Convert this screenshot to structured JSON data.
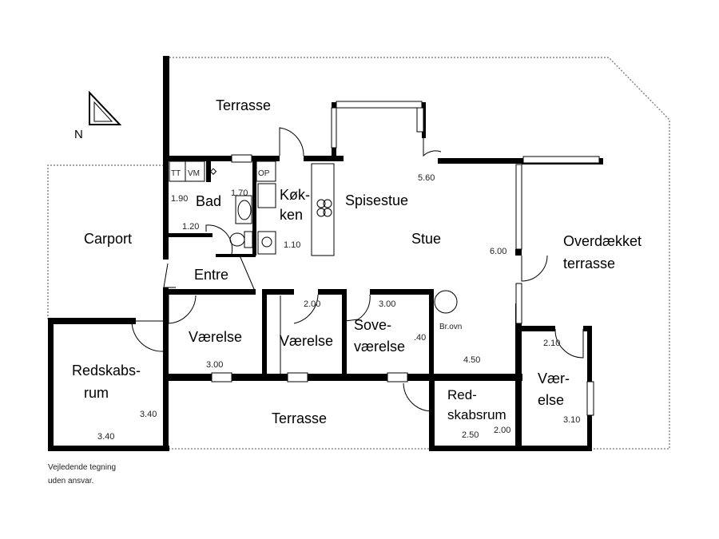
{
  "plan": {
    "compass_label": "N",
    "rooms": {
      "terrasse_top": "Terrasse",
      "carport": "Carport",
      "bad": "Bad",
      "kokken_1": "Køk-",
      "kokken_2": "ken",
      "spisestue": "Spisestue",
      "stue": "Stue",
      "overdaekket_1": "Overdækket",
      "overdaekket_2": "terrasse",
      "entre": "Entre",
      "vaerelse_1": "Værelse",
      "vaerelse_2": "Værelse",
      "sove_1": "Sove-",
      "sove_2": "værelse",
      "redskabsrum_1": "Redskabs-",
      "redskabsrum_2": "rum",
      "terrasse_bottom": "Terrasse",
      "red_small_1": "Red-",
      "red_small_2": "skabsrum",
      "vaer_right_1": "Vær-",
      "vaer_right_2": "else"
    },
    "fixtures": {
      "tt": "TT",
      "vm": "VM",
      "op": "OP",
      "brovn": "Br.ovn"
    },
    "dimensions": {
      "bad_w": "1.90",
      "bad_h": "1.70",
      "entre": "1.20",
      "kokken": "1.10",
      "stue_top": "5.60",
      "stue_side": "6.00",
      "vaer1": "3.00",
      "vaer2": "2.00",
      "sove_w": "3.00",
      "sove_h": ".40",
      "stue_bottom": "4.50",
      "red_h": "3.40",
      "red_w": "3.40",
      "red_small_w": "2.50",
      "red_small_h": "2.00",
      "vaer_right_w": "2.10",
      "vaer_right_h": "3.10"
    },
    "footnote_1": "Vejledende tegning",
    "footnote_2": "uden ansvar."
  }
}
